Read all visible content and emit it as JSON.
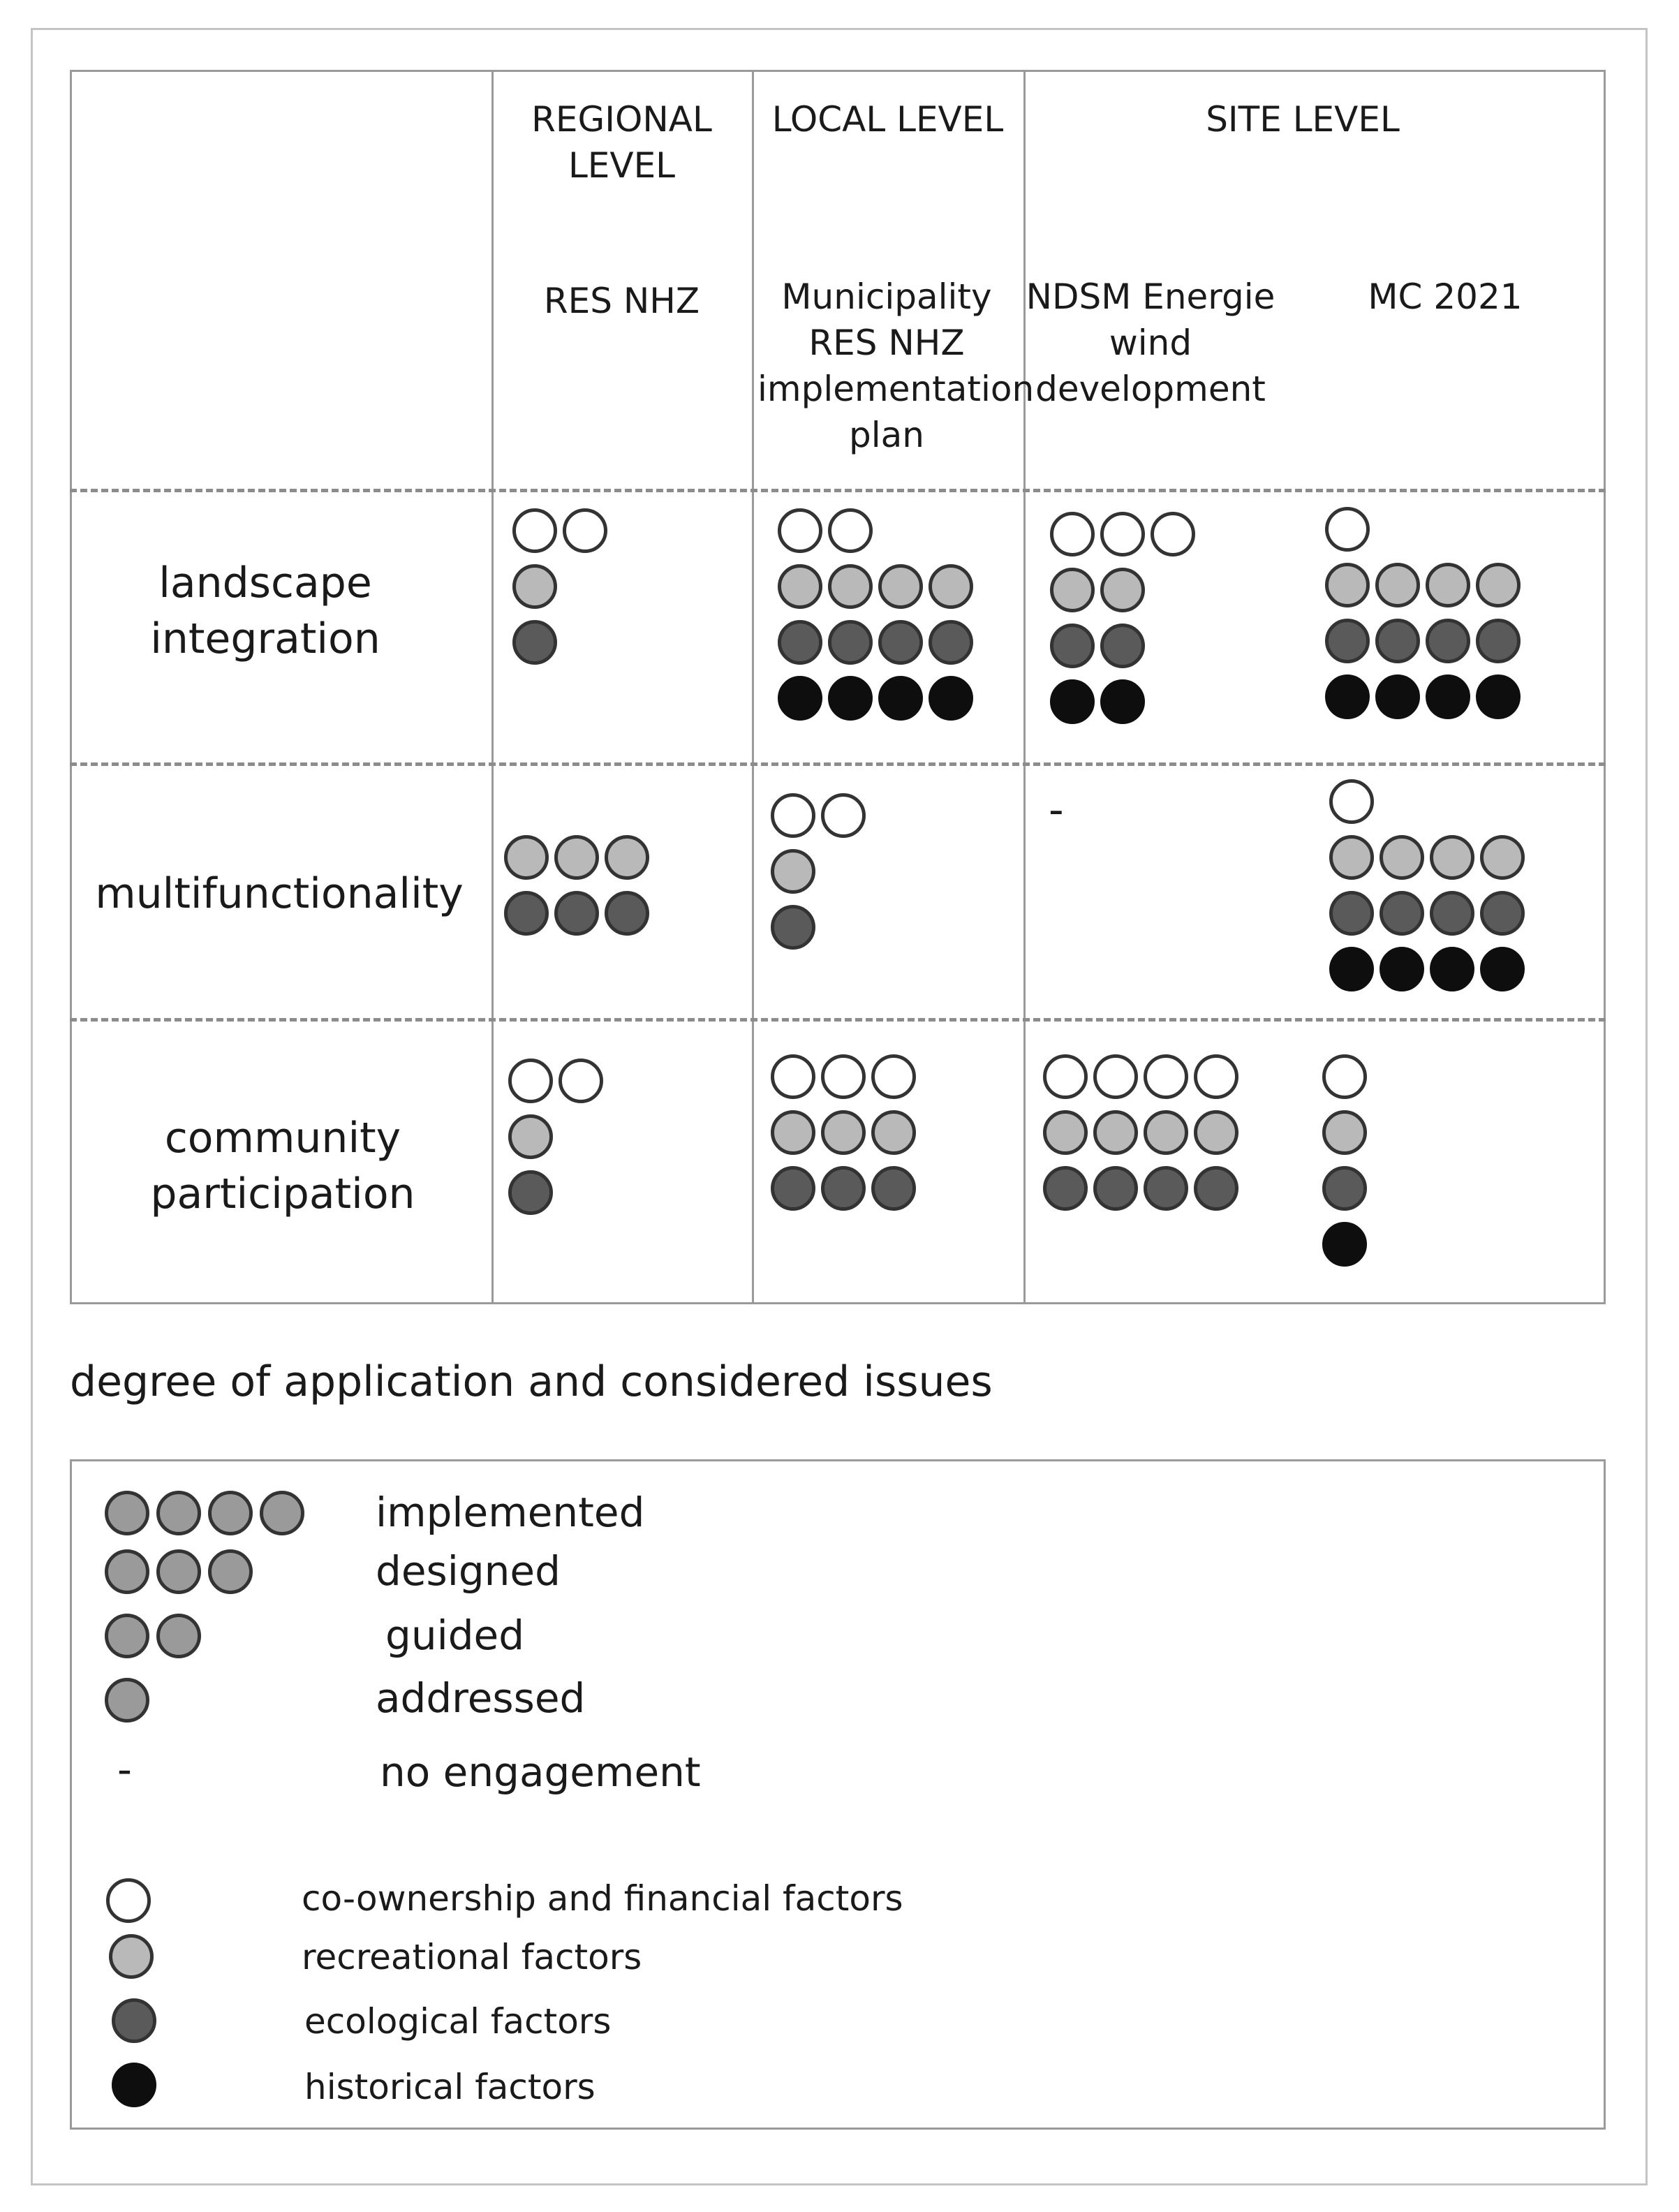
{
  "header": {
    "regional_level": "REGIONAL LEVEL",
    "local_level": "LOCAL LEVEL",
    "site_level": "SITE LEVEL",
    "res_nhz": "RES NHZ",
    "municipality": "Municipality RES NHZ implementation plan",
    "ndsm": "NDSM Energie wind development",
    "mc2021": "MC 2021"
  },
  "rows": {
    "landscape": "landscape integration",
    "multifunctionality": "multifunctionality",
    "community": "community participation"
  },
  "cells": {
    "landscape": {
      "res_nhz": {
        "co": 2,
        "rec": 1,
        "eco": 1,
        "his": 0
      },
      "municipality": {
        "co": 2,
        "rec": 4,
        "eco": 4,
        "his": 4
      },
      "ndsm": {
        "co": 3,
        "rec": 2,
        "eco": 2,
        "his": 2
      },
      "mc2021": {
        "co": 1,
        "rec": 4,
        "eco": 4,
        "his": 4
      }
    },
    "multifunctionality": {
      "res_nhz": {
        "co": 0,
        "rec": 3,
        "eco": 3,
        "his": 0
      },
      "municipality": {
        "co": 2,
        "rec": 1,
        "eco": 1,
        "his": 0
      },
      "ndsm": "-",
      "mc2021": {
        "co": 1,
        "rec": 4,
        "eco": 4,
        "his": 4
      }
    },
    "community": {
      "res_nhz": {
        "co": 2,
        "rec": 1,
        "eco": 1,
        "his": 0
      },
      "municipality": {
        "co": 3,
        "rec": 3,
        "eco": 3,
        "his": 0
      },
      "ndsm": {
        "co": 4,
        "rec": 4,
        "eco": 4,
        "his": 0
      },
      "mc2021": {
        "co": 1,
        "rec": 1,
        "eco": 1,
        "his": 1
      }
    }
  },
  "caption": "degree of application  and considered issues",
  "legend": {
    "degrees": [
      {
        "count": 4,
        "label": "implemented"
      },
      {
        "count": 3,
        "label": "designed"
      },
      {
        "count": 2,
        "label": "guided"
      },
      {
        "count": 1,
        "label": "addressed"
      }
    ],
    "no_engagement_symbol": "-",
    "no_engagement_label": "no engagement",
    "factors": {
      "co": "co-ownership and financial factors",
      "rec": "recreational  factors",
      "eco": "ecological factors",
      "his": "historical factors"
    }
  },
  "colors": {
    "co": "#ffffff",
    "rec": "#b9b9b9",
    "eco": "#5a5a5a",
    "his": "#0e0e0e",
    "degree": "#9a9a9a"
  }
}
